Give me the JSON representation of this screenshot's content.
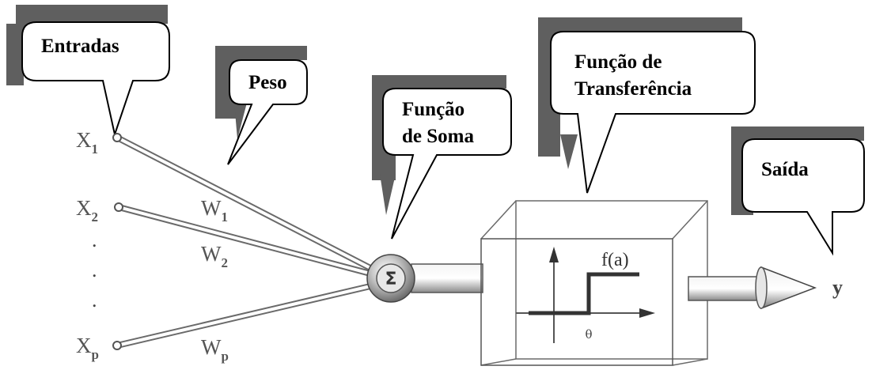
{
  "callouts": {
    "entradas": "Entradas",
    "peso": "Peso",
    "soma_line1": "Função",
    "soma_line2": "de Soma",
    "transfer_line1": "Função de",
    "transfer_line2": "Transferência",
    "saida": "Saída"
  },
  "inputs": [
    {
      "base": "X",
      "sub": "1"
    },
    {
      "base": "X",
      "sub": "2"
    },
    {
      "base": "X",
      "sub": "p"
    }
  ],
  "weights": [
    {
      "base": "W",
      "sub": "1"
    },
    {
      "base": "W",
      "sub": "2"
    },
    {
      "base": "W",
      "sub": "p"
    }
  ],
  "ellipsis_dots": [
    ".",
    ".",
    "."
  ],
  "sum_symbol": "Σ",
  "function_label": "f(a)",
  "threshold_mark": "θ",
  "output_label": "y",
  "colors": {
    "shadow": "#5f5f5f",
    "line": "#000000",
    "tube": "#c8c8c8"
  }
}
